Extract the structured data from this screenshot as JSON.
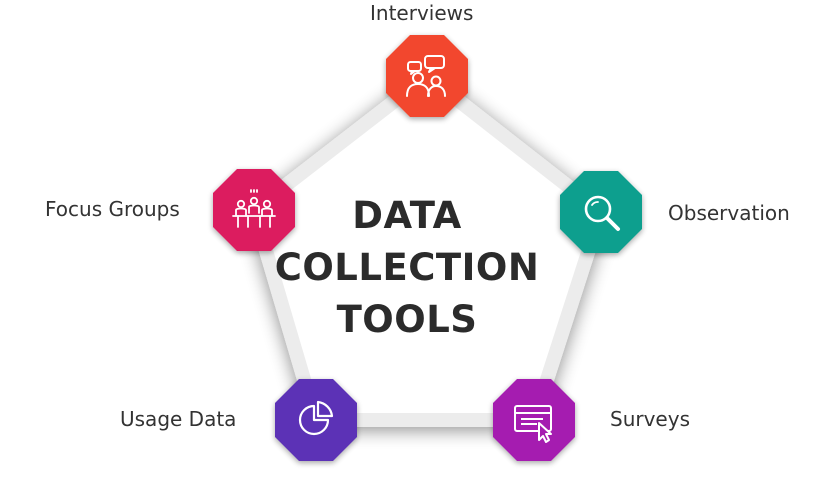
{
  "diagram": {
    "center_title": [
      "DATA",
      "COLLECTION",
      "TOOLS"
    ],
    "nodes": [
      {
        "label": "Interviews",
        "icon": "interview-people-icon",
        "color": "#f2462e"
      },
      {
        "label": "Observation",
        "icon": "magnifier-icon",
        "color": "#0e9f8e"
      },
      {
        "label": "Surveys",
        "icon": "survey-cursor-icon",
        "color": "#a51fb0"
      },
      {
        "label": "Usage Data",
        "icon": "pie-chart-icon",
        "color": "#5b32b6"
      },
      {
        "label": "Focus Groups",
        "icon": "focus-group-icon",
        "color": "#dc1d5e"
      }
    ]
  }
}
